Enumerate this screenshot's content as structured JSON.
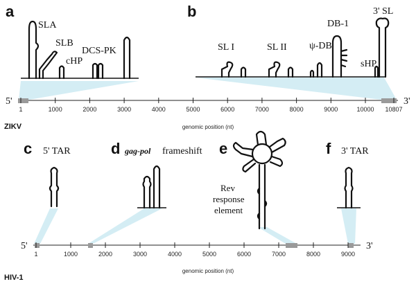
{
  "zikv": {
    "genome_label": "ZIKV",
    "five_prime": "5'",
    "three_prime": "3'",
    "axis_title": "genomic position (nt)",
    "ticks": [
      "1",
      "1000",
      "2000",
      "3000",
      "4000",
      "5000",
      "6000",
      "7000",
      "8000",
      "9000",
      "10000",
      "10807"
    ],
    "panel_a": {
      "letter": "a",
      "labels": {
        "sla": "SLA",
        "slb": "SLB",
        "chp": "cHP",
        "dcspk": "DCS-PK"
      }
    },
    "panel_b": {
      "letter": "b",
      "labels": {
        "sl1": "SL I",
        "sl2": "SL II",
        "psidb": "ψ-DB",
        "db1": "DB-1",
        "sl3": "3' SL",
        "shp": "sHP"
      }
    }
  },
  "hiv": {
    "genome_label": "HIV-1",
    "five_prime": "5'",
    "three_prime": "3'",
    "axis_title": "genomic position (nt)",
    "ticks": [
      "1",
      "1000",
      "2000",
      "3000",
      "4000",
      "5000",
      "6000",
      "7000",
      "8000",
      "9000"
    ],
    "panel_c": {
      "letter": "c",
      "label": "5' TAR"
    },
    "panel_d": {
      "letter": "d",
      "label_italic": "gag-pol",
      "label_rest": "frameshift"
    },
    "panel_e": {
      "letter": "e",
      "label_lines": [
        "Rev",
        "response",
        "element"
      ]
    },
    "panel_f": {
      "letter": "f",
      "label": "3' TAR"
    }
  }
}
